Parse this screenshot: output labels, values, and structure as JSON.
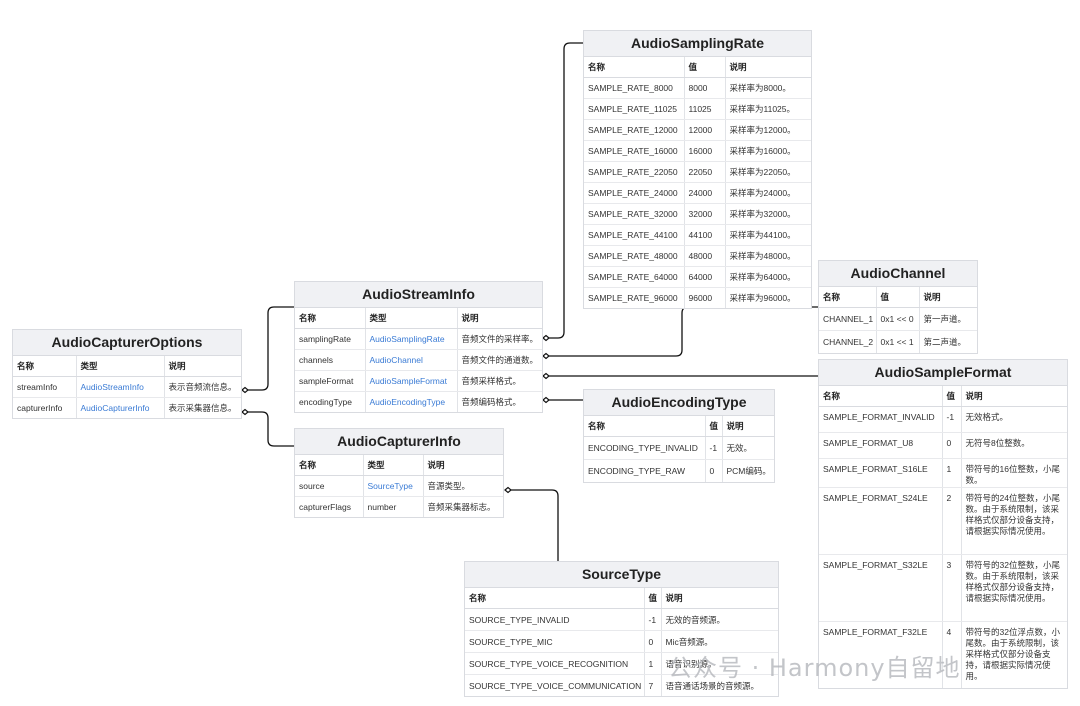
{
  "watermark": "公众号 · Harmony自留地",
  "tables": {
    "capturer_options": {
      "title": "AudioCapturerOptions",
      "headers": [
        "名称",
        "类型",
        "说明"
      ],
      "rows": [
        [
          "streamInfo",
          "AudioStreamInfo",
          "表示音频流信息。"
        ],
        [
          "capturerInfo",
          "AudioCapturerInfo",
          "表示采集器信息。"
        ]
      ]
    },
    "stream_info": {
      "title": "AudioStreamInfo",
      "headers": [
        "名称",
        "类型",
        "说明"
      ],
      "rows": [
        [
          "samplingRate",
          "AudioSamplingRate",
          "音频文件的采样率。"
        ],
        [
          "channels",
          "AudioChannel",
          "音频文件的通道数。"
        ],
        [
          "sampleFormat",
          "AudioSampleFormat",
          "音频采样格式。"
        ],
        [
          "encodingType",
          "AudioEncodingType",
          "音频编码格式。"
        ]
      ]
    },
    "capturer_info": {
      "title": "AudioCapturerInfo",
      "headers": [
        "名称",
        "类型",
        "说明"
      ],
      "rows": [
        [
          "source",
          "SourceType",
          "音源类型。"
        ],
        [
          "capturerFlags",
          "number",
          "音频采集器标志。"
        ]
      ]
    },
    "sampling_rate": {
      "title": "AudioSamplingRate",
      "headers": [
        "名称",
        "值",
        "说明"
      ],
      "rows": [
        [
          "SAMPLE_RATE_8000",
          "8000",
          "采样率为8000。"
        ],
        [
          "SAMPLE_RATE_11025",
          "11025",
          "采样率为11025。"
        ],
        [
          "SAMPLE_RATE_12000",
          "12000",
          "采样率为12000。"
        ],
        [
          "SAMPLE_RATE_16000",
          "16000",
          "采样率为16000。"
        ],
        [
          "SAMPLE_RATE_22050",
          "22050",
          "采样率为22050。"
        ],
        [
          "SAMPLE_RATE_24000",
          "24000",
          "采样率为24000。"
        ],
        [
          "SAMPLE_RATE_32000",
          "32000",
          "采样率为32000。"
        ],
        [
          "SAMPLE_RATE_44100",
          "44100",
          "采样率为44100。"
        ],
        [
          "SAMPLE_RATE_48000",
          "48000",
          "采样率为48000。"
        ],
        [
          "SAMPLE_RATE_64000",
          "64000",
          "采样率为64000。"
        ],
        [
          "SAMPLE_RATE_96000",
          "96000",
          "采样率为96000。"
        ]
      ]
    },
    "channel": {
      "title": "AudioChannel",
      "headers": [
        "名称",
        "值",
        "说明"
      ],
      "rows": [
        [
          "CHANNEL_1",
          "0x1 << 0",
          "第一声道。"
        ],
        [
          "CHANNEL_2",
          "0x1 << 1",
          "第二声道。"
        ]
      ]
    },
    "encoding_type": {
      "title": "AudioEncodingType",
      "headers": [
        "名称",
        "值",
        "说明"
      ],
      "rows": [
        [
          "ENCODING_TYPE_INVALID",
          "-1",
          "无效。"
        ],
        [
          "ENCODING_TYPE_RAW",
          "0",
          "PCM编码。"
        ]
      ]
    },
    "sample_format": {
      "title": "AudioSampleFormat",
      "headers": [
        "名称",
        "值",
        "说明"
      ],
      "rows": [
        [
          "SAMPLE_FORMAT_INVALID",
          "-1",
          "无效格式。"
        ],
        [
          "SAMPLE_FORMAT_U8",
          "0",
          "无符号8位整数。"
        ],
        [
          "SAMPLE_FORMAT_S16LE",
          "1",
          "带符号的16位整数，小尾数。"
        ],
        [
          "SAMPLE_FORMAT_S24LE",
          "2",
          "带符号的24位整数，小尾数。由于系统限制，该采样格式仅部分设备支持，请根据实际情况使用。"
        ],
        [
          "SAMPLE_FORMAT_S32LE",
          "3",
          "带符号的32位整数，小尾数。由于系统限制，该采样格式仅部分设备支持，请根据实际情况使用。"
        ],
        [
          "SAMPLE_FORMAT_F32LE",
          "4",
          "带符号的32位浮点数，小尾数。由于系统限制，该采样格式仅部分设备支持，请根据实际情况使用。"
        ]
      ]
    },
    "source_type": {
      "title": "SourceType",
      "headers": [
        "名称",
        "值",
        "说明"
      ],
      "rows": [
        [
          "SOURCE_TYPE_INVALID",
          "-1",
          "无效的音频源。"
        ],
        [
          "SOURCE_TYPE_MIC",
          "0",
          "Mic音频源。"
        ],
        [
          "SOURCE_TYPE_VOICE_RECOGNITION",
          "1",
          "语音识别源。"
        ],
        [
          "SOURCE_TYPE_VOICE_COMMUNICATION",
          "7",
          "语音通话场景的音频源。"
        ]
      ]
    }
  }
}
